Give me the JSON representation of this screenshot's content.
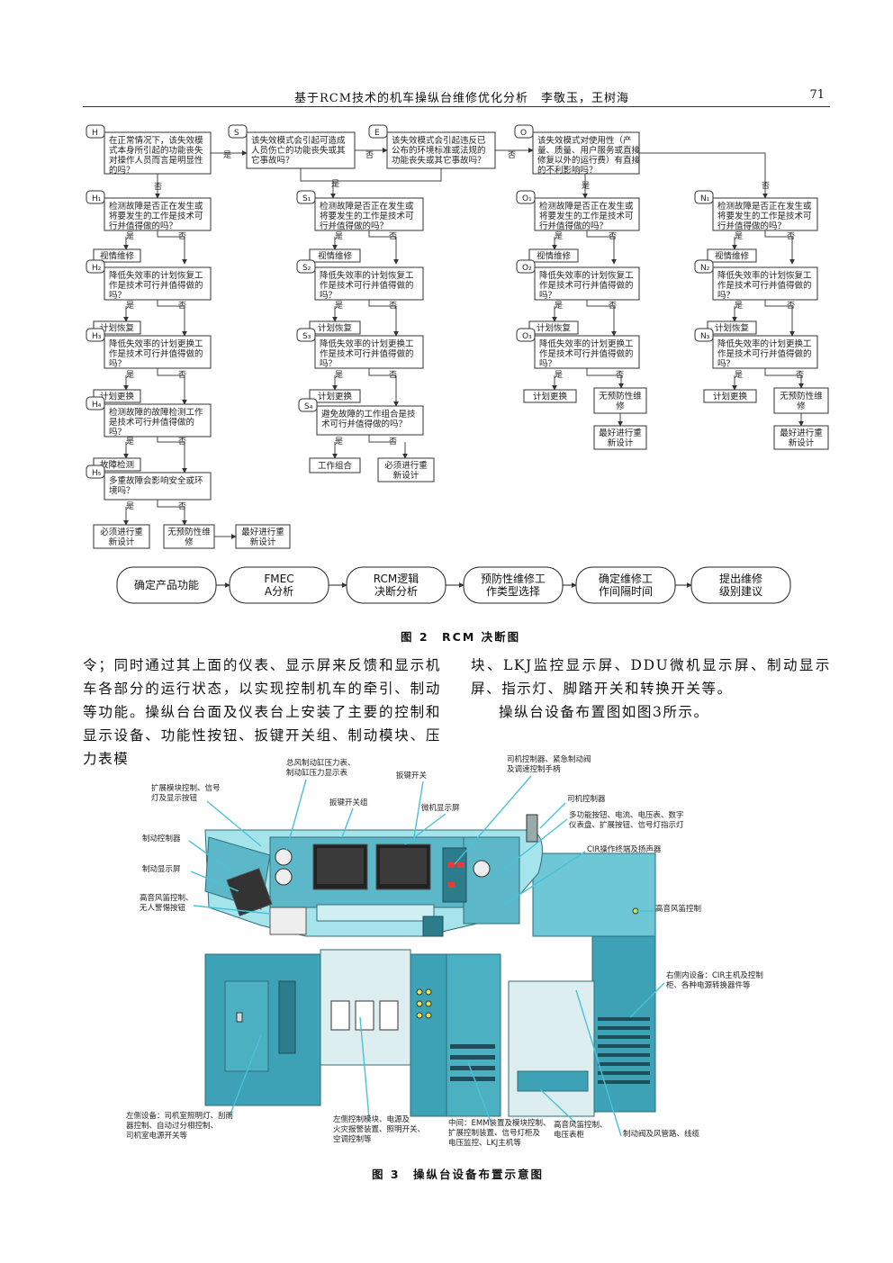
{
  "header": {
    "title": "基于RCM技术的机车操纵台维修优化分析　李敬玉，王树海",
    "page_number": "71"
  },
  "figure2": {
    "caption": "图 2　RCM 决断图",
    "yes": "是",
    "no": "否",
    "tags": {
      "H": "H",
      "S": "S",
      "E": "E",
      "O": "O",
      "H1": "H₁",
      "H2": "H₂",
      "H3": "H₃",
      "H4": "H₄",
      "H5": "H₅",
      "S1": "S₁",
      "S2": "S₂",
      "S3": "S₃",
      "S4": "S₄",
      "O1": "O₁",
      "O2": "O₂",
      "O3": "O₃",
      "N1": "N₁",
      "N2": "N₂",
      "N3": "N₃"
    },
    "questions": {
      "H": [
        "在正常情况下，该失效模",
        "式本身所引起的功能丧失",
        "对操作人员而言是明显性",
        "的吗？"
      ],
      "S": [
        "该失效模式会引起可造成",
        "人员伤亡的功能丧失或其",
        "它事故吗？"
      ],
      "E": [
        "该失效模式会引起违反已",
        "公布的环境标准或法规的",
        "功能丧失或其它事故吗？"
      ],
      "O": [
        "该失效模式对使用性（产",
        "量、质量、用户服务或直接",
        "修复以外的运行费）有直接",
        "的不利影响吗？"
      ],
      "H1": [
        "检测故障是否正在发生或",
        "将要发生的工作是技术可",
        "行并值得做的吗？"
      ],
      "H2": [
        "降低失效率的计划恢复工",
        "作是技术可行并值得做的",
        "吗？"
      ],
      "H3": [
        "降低失效率的计划更换工",
        "作是技术可行并值得做的",
        "吗？"
      ],
      "H4": [
        "检测故障的故障检测工作",
        "是技术可行并值得做的",
        "吗？"
      ],
      "H5": [
        "多重故障会影响安全或环",
        "境吗？"
      ],
      "S1": [
        "检测故障是否正在发生或",
        "将要发生的工作是技术可",
        "行并值得做的吗？"
      ],
      "S2": [
        "降低失效率的计划恢复工",
        "作是技术可行并值得做的",
        "吗？"
      ],
      "S3": [
        "降低失效率的计划更换工",
        "作是技术可行并值得做的",
        "吗？"
      ],
      "S4": [
        "避免故障的工作组合是技",
        "术可行并值得做的吗？"
      ],
      "O1": [
        "检测故障是否正在发生或",
        "将要发生的工作是技术可",
        "行并值得做的吗？"
      ],
      "O2": [
        "降低失效率的计划恢复工",
        "作是技术可行并值得做的",
        "吗？"
      ],
      "O3": [
        "降低失效率的计划更换工",
        "作是技术可行并值得做的",
        "吗？"
      ],
      "N1": [
        "检测故障是否正在发生或",
        "将要发生的工作是技术可",
        "行并值得做的吗？"
      ],
      "N2": [
        "降低失效率的计划恢复工",
        "作是技术可行并值得做的",
        "吗？"
      ],
      "N3": [
        "降低失效率的计划更换工",
        "作是技术可行并值得做的",
        "吗？"
      ]
    },
    "actions": {
      "visual": "视情维修",
      "restore": "计划恢复",
      "replace": "计划更换",
      "fault_check": "故障检测",
      "combo": "工作组合",
      "no_pm": "无预防性维修",
      "no_pm_short": [
        "无预防性维",
        "修"
      ],
      "redesign_must": [
        "必须进行重",
        "新设计"
      ],
      "redesign_best": [
        "最好进行重",
        "新设计"
      ]
    },
    "process": [
      "确定产品功能",
      "FMECA分析",
      "RCM逻辑决断分析",
      "预防性维修工作类型选择",
      "确定维修工作间隔时间",
      "提出维修级别建议"
    ]
  },
  "body_text": {
    "left": "令；同时通过其上面的仪表、显示屏来反馈和显示机车各部分的运行状态，以实现控制机车的牵引、制动等功能。操纵台台面及仪表台上安装了主要的控制和显示设备、功能性按钮、扳键开关组、制动模块、压力表模",
    "right_p1": "块、LKJ监控显示屏、DDU微机显示屏、制动显示屏、指示灯、脚踏开关和转换开关等。",
    "right_p2": "操纵台设备布置图如图3所示。"
  },
  "figure3": {
    "caption": "图 3　操纵台设备布置示意图",
    "callouts": {
      "c1": [
        "扩展模块控制、信号",
        "灯及显示按钮"
      ],
      "c2": [
        "总风制动缸压力表、",
        "制动缸压力显示表"
      ],
      "c3": "扳键开关组",
      "c4": [
        "司机控制器、紧急制动阀",
        "及调速控制手柄"
      ],
      "c5": "扳键开关",
      "c6": "微机显示屏",
      "c7": "制动控制器",
      "c8": "制动显示屏",
      "c9": [
        "高音风笛控制、",
        "无人警惕按钮"
      ],
      "c10": "司机控制器",
      "c11": [
        "多功能按钮、电流、电压表、数字",
        "仪表盘、扩展按钮、信号灯指示灯"
      ],
      "c12": "CIR操作终端及扬声器",
      "c13": "高音风笛控制",
      "c14": [
        "右侧内设备：CIR主机及控制",
        "柜、各种电源转换器件等"
      ],
      "c15": [
        "左侧设备：司机室照明灯、刮雨",
        "器控制、自动过分相控制、",
        "司机室电源开关等"
      ],
      "c16": [
        "左侧控制模块、电源及",
        "火灾报警装置、照明开关、",
        "空调控制等"
      ],
      "c17": [
        "中间：EMM装置及模块控制、",
        "扩展控制装置、信号灯柜及",
        "电压监控、LKJ主机等"
      ],
      "c18": [
        "高音风笛控制、",
        "电压表柜"
      ],
      "c19": "制动阀及风管路、线缆"
    }
  }
}
